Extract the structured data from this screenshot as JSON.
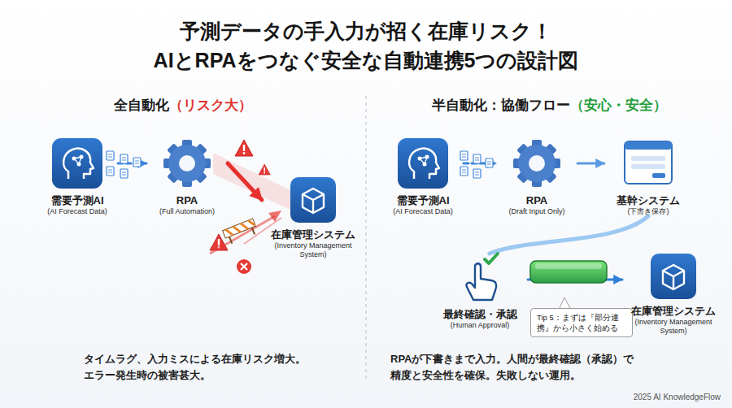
{
  "diagram": {
    "title": "予測データの手入力が招く在庫リスク！ AIとRPAをつなぐ安全な自動連携5つの設計図",
    "nodes": [
      {
        "text": [
          "需要予測AI",
          "(AI Forecast Data)"
        ]
      },
      {
        "text": [
          "RPA",
          "(Full Automation)"
        ]
      },
      {
        "text": [
          "在庫管理システム",
          "(Inventory Management System)"
        ]
      },
      {
        "text": [
          "需要予測AI",
          "(AI Forecast Data)"
        ]
      },
      {
        "text": [
          "RPA",
          "(Draft Input Only)"
        ]
      },
      {
        "text": [
          "基幹システム",
          "(下書き保存)"
        ]
      },
      {
        "text": [
          "最終確認・承認",
          "(Human Approval)"
        ]
      },
      {
        "text": [
          "Tip 5：まずは『部分連携』から小さく始める"
        ]
      },
      {
        "text": [
          "在庫管理システム",
          "(Inventory Management System)"
        ]
      }
    ],
    "edges": [
      {
        "from": 0,
        "to": 1,
        "arrow": "to"
      },
      {
        "from": 1,
        "to": 2,
        "arrow": "to"
      },
      {
        "from": 3,
        "to": 4,
        "arrow": "to"
      },
      {
        "from": 4,
        "to": 5,
        "arrow": "to"
      },
      {
        "from": 5,
        "to": 6,
        "arrow": "none"
      },
      {
        "from": 6,
        "to": 8,
        "arrow": "to"
      }
    ],
    "labels": [
      "全自動化",
      "（リスク大）",
      "半自動化：協働フロー",
      "（安心・安全）",
      "タイムラグ、入力ミスによる在庫リスク増大。 エラー発生時の被害甚大。",
      "RPAが下書きまで入力。人間が最終確認（承認）で 精度と安全性を確保。失敗しない運用。",
      "2025 AI KnowledgeFlow"
    ]
  }
}
